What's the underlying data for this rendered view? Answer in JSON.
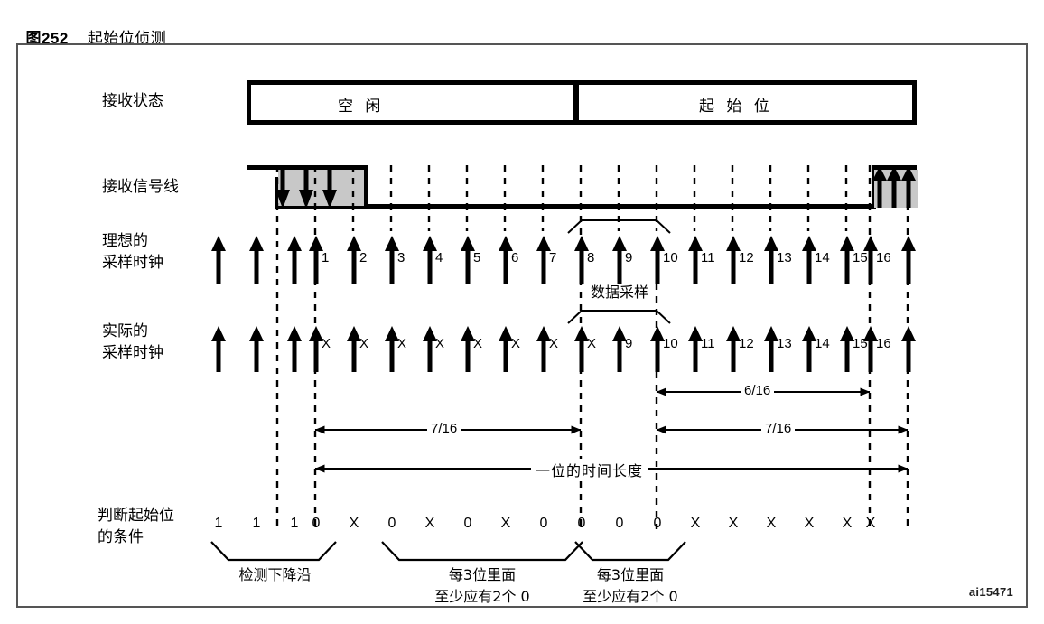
{
  "figure": {
    "number": "图252",
    "caption": "起始位侦测",
    "watermark": "ai15471"
  },
  "rows": {
    "receive_state": {
      "label": "接收状态"
    },
    "receive_signal_line": {
      "label": "接收信号线"
    },
    "ideal_clock": {
      "label_line1": "理想的",
      "label_line2": "采样时钟"
    },
    "actual_clock": {
      "label_line1": "实际的",
      "label_line2": "采样时钟"
    },
    "start_bit_condition": {
      "label_line1": "判断起始位",
      "label_line2": "的条件"
    }
  },
  "state_bar": {
    "idle_label": "空 闲",
    "start_label": "起 始 位"
  },
  "ideal_clock_ticks": [
    "",
    "",
    "",
    "1",
    "2",
    "3",
    "4",
    "5",
    "6",
    "7",
    "8",
    "9",
    "10",
    "11",
    "12",
    "13",
    "14",
    "15",
    "16",
    ""
  ],
  "actual_clock_ticks": [
    "",
    "",
    "",
    "X",
    "X",
    "X",
    "X",
    "X",
    "X",
    "X",
    "X",
    "9",
    "10",
    "11",
    "12",
    "13",
    "14",
    "15",
    "16",
    ""
  ],
  "condition_bits": [
    "1",
    "1",
    "1",
    "0",
    "X",
    "0",
    "X",
    "0",
    "X",
    "0",
    "0",
    "0",
    "0",
    "X",
    "X",
    "X",
    "X",
    "X",
    "X"
  ],
  "annotations": {
    "data_sampling": "数据采样",
    "dim_6_16": "6/16",
    "dim_7_16_left": "7/16",
    "dim_7_16_right": "7/16",
    "bit_duration": "一位的时间长度",
    "falling_edge": "检测下降沿",
    "three_bit_rule_1_line1": "每3位里面",
    "three_bit_rule_1_line2": "至少应有2个 0",
    "three_bit_rule_2_line1": "每3位里面",
    "three_bit_rule_2_line2": "至少应有2个 0"
  },
  "colors": {
    "stroke": "#000000",
    "frame": "#555555",
    "shade": "#c8c8c8",
    "background": "#ffffff"
  }
}
